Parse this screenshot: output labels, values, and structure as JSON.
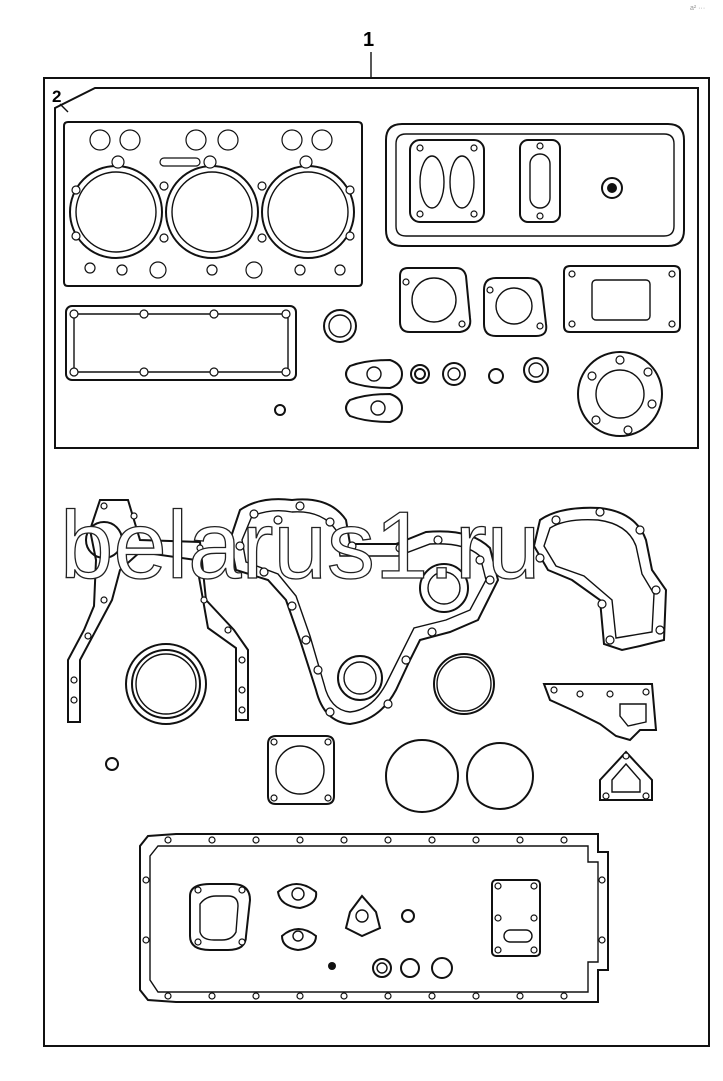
{
  "diagram": {
    "callouts": [
      {
        "id": "kit",
        "label": "1"
      },
      {
        "id": "upper-set",
        "label": "2"
      }
    ],
    "watermark": "belarus1.ru",
    "corner_mark": "a² ···"
  }
}
